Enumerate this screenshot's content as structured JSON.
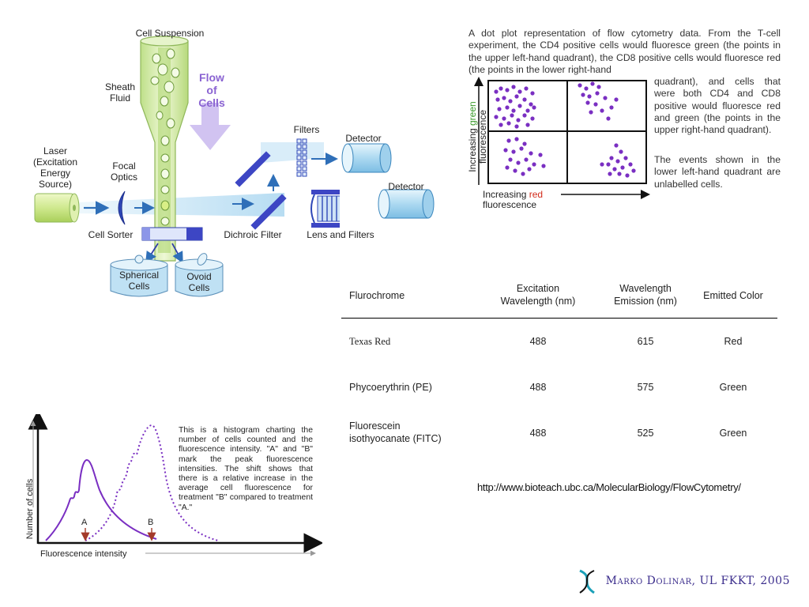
{
  "apparatus": {
    "cell_suspension": "Cell Suspension",
    "sheath_fluid": "Sheath\nFluid",
    "flow_of_cells": "Flow\nof\nCells",
    "laser": "Laser\n(Excitation\nEnergy\nSource)",
    "focal_optics": "Focal\nOptics",
    "filters": "Filters",
    "detector_top": "Detector",
    "detector_bottom": "Detector",
    "cell_sorter": "Cell Sorter",
    "dichroic_filter": "Dichroic Filter",
    "lens_and_filters": "Lens and Filters",
    "spherical_cells": "Spherical\nCells",
    "ovoid_cells": "Ovoid\nCells",
    "colors": {
      "tube": "#cfe9a0",
      "beam": "#a9d8f2",
      "accent": "#8a63d2",
      "prism": "#3d46c4"
    }
  },
  "dotplot": {
    "description_top": "A dot plot representation of flow cytometry data. From the T-cell experiment, the CD4 positive cells would fluoresce green (the points in the upper left-hand quadrant), the CD8 positive cells would fluoresce red (the points in the lower right-hand",
    "description_right": "quadrant), and cells that were both CD4 and CD8 positive would fluoresce red and green (the points in the upper right-hand quadrant).",
    "description_events": "The events shown in the lower left-hand quadrant are unlabelled cells.",
    "y_label_prefix": "Increasing ",
    "y_label_color_word": "green",
    "y_label_suffix": "fluorescence",
    "x_label_prefix": "Increasing ",
    "x_label_color_word": "red",
    "x_label_suffix": "fluorescence",
    "dot_color": "#7a2fc2"
  },
  "table": {
    "headers": [
      "Flurochrome",
      "Excitation\nWavelength (nm)",
      "Wavelength\nEmission (nm)",
      "Emitted Color"
    ],
    "rows": [
      [
        "Texas Red",
        "488",
        "615",
        "Red"
      ],
      [
        "Phycoerythrin (PE)",
        "488",
        "575",
        "Green"
      ],
      [
        "Fluorescein\nisothyocanate (FITC)",
        "488",
        "525",
        "Green"
      ]
    ]
  },
  "source_url": "http://www.bioteach.ubc.ca/MolecularBiology/FlowCytometry/",
  "histogram": {
    "y_label": "Number of cells",
    "x_label": "Fluorescence intensity",
    "peak_a": "A",
    "peak_b": "B",
    "description": "This is a histogram charting the number of cells counted and the fluorescence intensity. \"A\" and \"B\" mark the peak fluorescence intensities. The shift shows that there is a relative increase in the average cell fluorescence for treatment \"B\" compared to treatment \"A.\"",
    "curve_color": "#7a2fc2"
  },
  "footer": "Marko Dolinar, UL FKKT, 2005"
}
